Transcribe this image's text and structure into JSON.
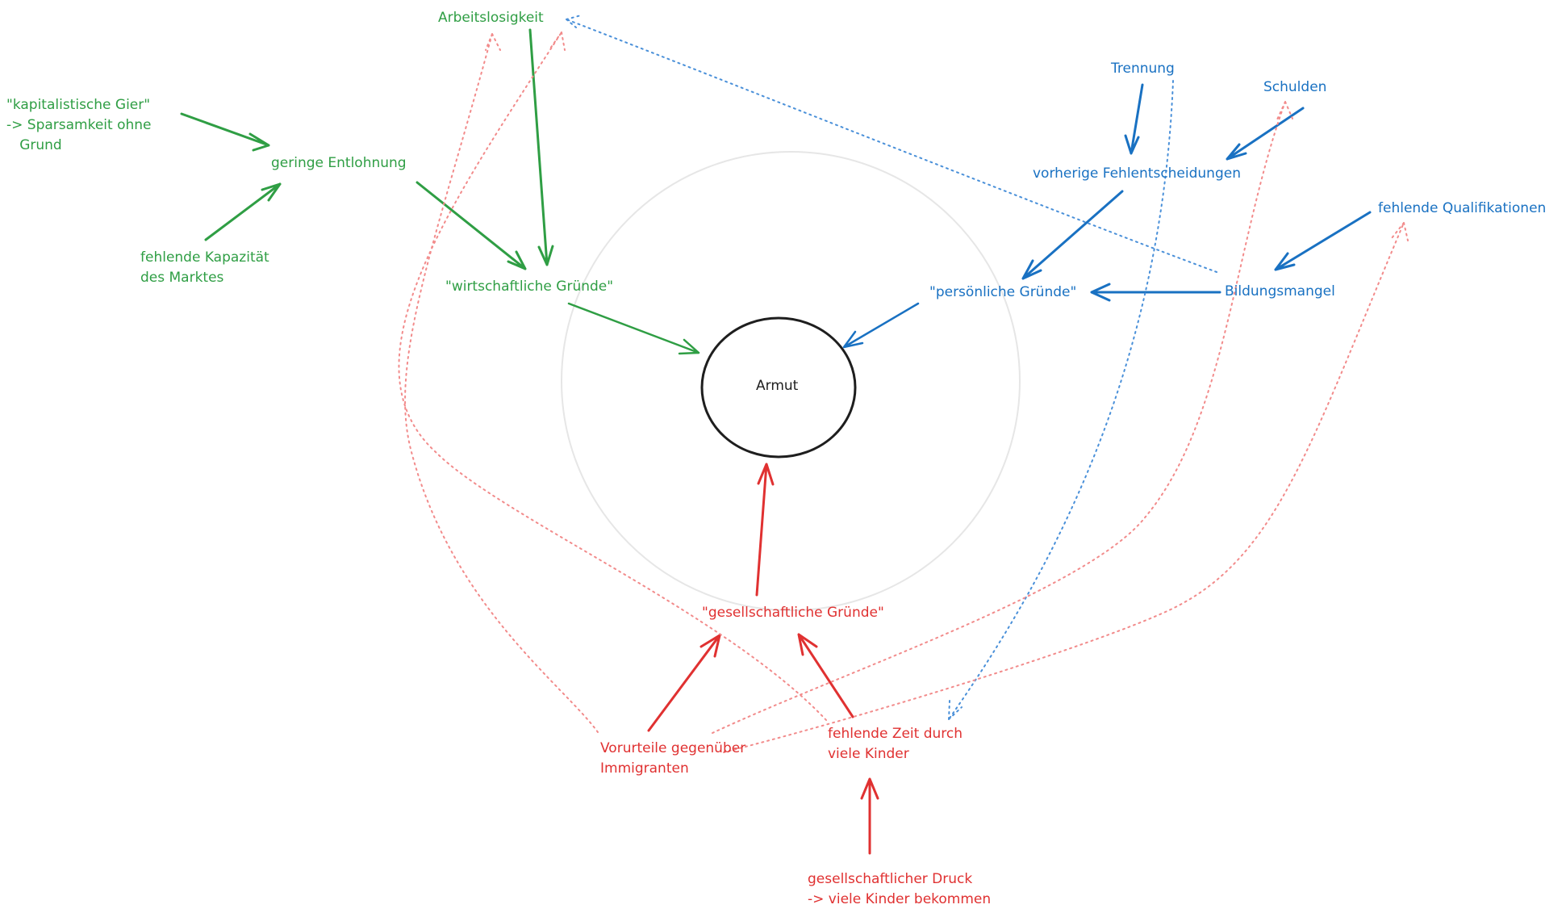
{
  "center": {
    "label": "Armut"
  },
  "economic": {
    "color": "#2f9e44",
    "hub": "\"wirtschaftliche Gründe\"",
    "unemployment": "Arbeitslosigkeit",
    "low_wages": "geringe Entlohnung",
    "greed": "\"kapitalistische Gier\"\n-> Sparsamkeit ohne\n   Grund",
    "market_capacity": "fehlende Kapazität\ndes Marktes"
  },
  "personal": {
    "color": "#1971c2",
    "hub": "\"persönliche Gründe\"",
    "separation": "Trennung",
    "debts": "Schulden",
    "bad_decisions": "vorherige Fehlentscheidungen",
    "missing_qualifications": "fehlende Qualifikationen",
    "lack_of_education": "Bildungsmangel"
  },
  "social": {
    "color": "#e03131",
    "hub": "\"gesellschaftliche Gründe\"",
    "prejudice": "Vorurteile gegenüber\nImmigranten",
    "no_time_children": "fehlende Zeit durch\nviele Kinder",
    "social_pressure": "gesellschaftlicher Druck\n-> viele Kinder bekommen"
  }
}
